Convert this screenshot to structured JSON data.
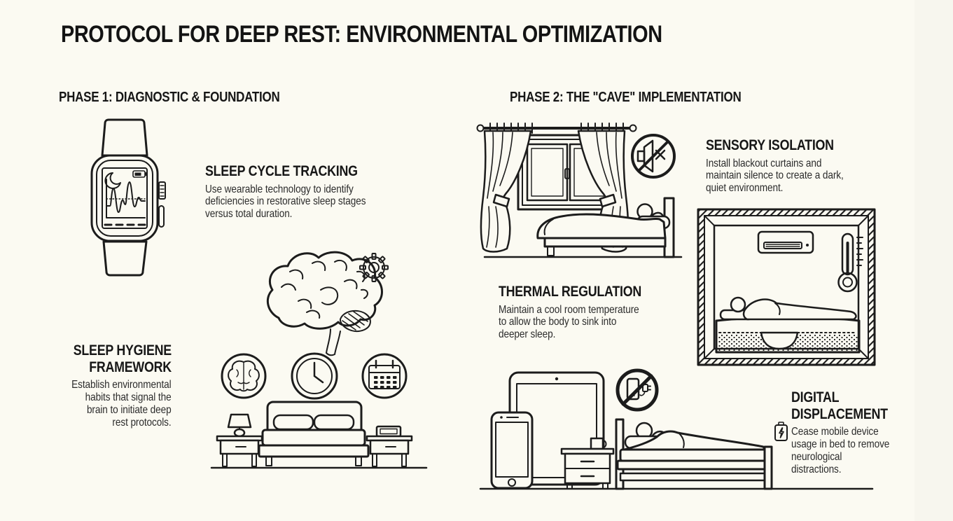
{
  "page": {
    "title": "PROTOCOL FOR DEEP REST: ENVIRONMENTAL OPTIMIZATION",
    "background_color": "#FBFAF2",
    "ink_color": "#1c1c1c"
  },
  "phase1": {
    "heading": "PHASE 1: DIAGNOSTIC & FOUNDATION",
    "sleep_cycle_tracking": {
      "title": "SLEEP CYCLE TRACKING",
      "body": "Use wearable technology to identify\ndeficiencies in restorative sleep stages\nversus total duration."
    },
    "sleep_hygiene_framework": {
      "title": "SLEEP HYGIENE\nFRAMEWORK",
      "body": "Establish environmental\nhabits that signal the\nbrain to initiate deep\nrest protocols."
    },
    "icons": [
      "smartwatch-sleep-tracker",
      "moon-icon",
      "battery-icon",
      "sleep-wave-chart",
      "brain-icon",
      "gear-icon",
      "brain-circle-icon",
      "clock-circle-icon",
      "calendar-circle-icon",
      "bed-with-nightstands"
    ]
  },
  "phase2": {
    "heading": "PHASE 2: THE \"CAVE\" IMPLEMENTATION",
    "sensory_isolation": {
      "title": "SENSORY ISOLATION",
      "body": "Install blackout curtains and\nmaintain silence to create a dark,\nquiet environment."
    },
    "thermal_regulation": {
      "title": "THERMAL REGULATION",
      "body": "Maintain a cool room temperature\nto allow the body to sink into\ndeeper sleep."
    },
    "digital_displacement": {
      "title": "DIGITAL\nDISPLACEMENT",
      "body": "Cease mobile device\nusage in bed to remove\nneurological\ndistractions."
    },
    "icons": [
      "curtained-window",
      "muted-speaker-icon",
      "sleeping-person-bed",
      "insulated-room",
      "air-conditioner-icon",
      "thermometer-icon",
      "sinking-mattress",
      "tablet-icon",
      "smartphone-icon",
      "no-phone-charging-icon",
      "nightstand-with-mug",
      "battery-charging-icon"
    ]
  }
}
